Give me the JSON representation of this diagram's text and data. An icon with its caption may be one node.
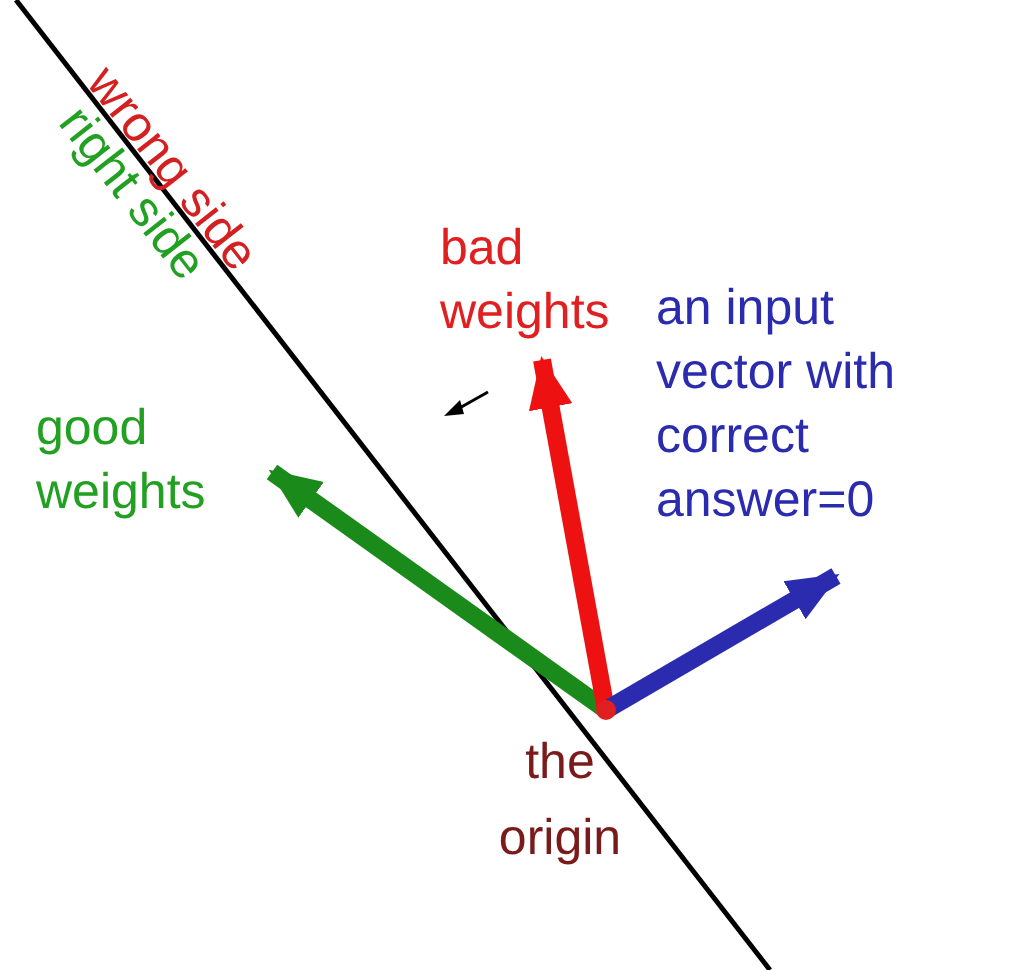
{
  "diagram": {
    "nodes": [
      {
        "text": [],
        "shape": "circle",
        "beside": [
          "the origin"
        ]
      },
      {
        "text": [
          "good weights"
        ]
      },
      {
        "text": [
          "bad weights"
        ]
      },
      {
        "text": [
          "an input vector with correct answer=0"
        ]
      }
    ],
    "edges": [
      {
        "from": 0,
        "to": 1,
        "arrow": "to",
        "color": "#1a8a1a"
      },
      {
        "from": 0,
        "to": 2,
        "arrow": "to",
        "color": "#ee1111"
      },
      {
        "from": 0,
        "to": 3,
        "arrow": "to",
        "color": "#2b2bb0"
      }
    ],
    "labels": [
      "wrong side",
      "right side"
    ]
  }
}
